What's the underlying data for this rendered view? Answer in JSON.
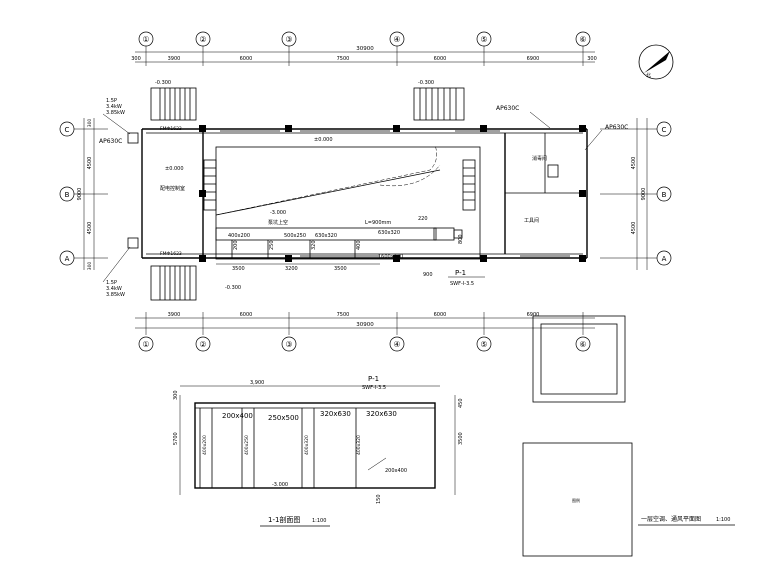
{
  "axes_top": [
    "①",
    "②",
    "③",
    "④",
    "⑤",
    "⑥"
  ],
  "axes_side": [
    "C",
    "B",
    "A"
  ],
  "dims_top": [
    "300",
    "3900",
    "6000",
    "7500",
    "6000",
    "6900",
    "300"
  ],
  "total_width": "30900",
  "side_dims": [
    "300",
    "4500",
    "9000",
    "4500",
    "300"
  ],
  "levels": {
    "minus_0300": "-0.300",
    "zero": "±0.000",
    "plus_0000": "±0.000",
    "minus_3000": "-3.000"
  },
  "rooms": {
    "control": "配电控制室",
    "tool": "工具间",
    "toilet": "消毒间",
    "pump": "泵坑上空",
    "fmf_top": "FMФ1623",
    "fmf_bottom": "FMФ1623"
  },
  "equipment": {
    "ap_top_left": "AP630C",
    "ap_top_right": "AP630C",
    "ap_right": "AP630C",
    "fan_top_left": "1.5P",
    "fan_top_left_power": "3.4kW",
    "fan_top_left_power2": "3.85kW",
    "fan_bottom_left": "1.5P",
    "fan_bottom_left_power": "3.4kW",
    "fan_bottom_left_power2": "3.85kW"
  },
  "ducts": {
    "d1": "400x200",
    "d2": "500x250",
    "d3": "630x320",
    "d4": "630x320",
    "d5": "1600x320",
    "d6": "220",
    "l_label": "L=900mm",
    "v1": "200",
    "v2": "250",
    "v3": "320",
    "v4": "400",
    "v5": "800",
    "v6": "900",
    "spacing1": "3500",
    "spacing2": "3200",
    "spacing3": "3500"
  },
  "p1_label": "P-1",
  "p1_sub": "SWF-I-3.5",
  "section": {
    "title": "1-1剖面图",
    "scale": "1:100",
    "width_dim": "3,900",
    "ducts": [
      "200x400",
      "250x500",
      "320x630",
      "320x630"
    ],
    "height_left": "5700",
    "height_right": "3500",
    "top_dim": "300",
    "right_dim": "450",
    "bottom_dim": "150",
    "level": "-3.000",
    "p1_label": "P-1",
    "p1_sub": "SWF-I-3.5",
    "vertical_labels": [
      "400x200",
      "400x250",
      "400x320",
      "400x320"
    ],
    "bottom_note": "200x400"
  },
  "plan_title": "一层空调、通风平面图",
  "plan_scale": "1:100",
  "north_label": "北",
  "legend_box_label": "图例"
}
